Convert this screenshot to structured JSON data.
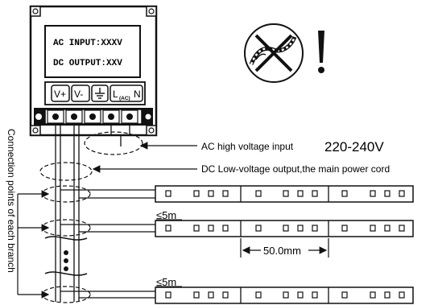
{
  "psu": {
    "ac_label": "AC INPUT:XXXV",
    "dc_label": "DC OUTPUT:XXV",
    "terminals": [
      "V+",
      "V-",
      "⏚",
      "L(AC)N"
    ],
    "terminal_main": {
      "l": "L",
      "ac": "(AC)",
      "n": "N"
    }
  },
  "annotations": {
    "ac_input": "AC high voltage input",
    "ac_voltage": "220-240V",
    "dc_output": "DC Low-voltage output,the main power cord",
    "side_label": "Connection points of each branch",
    "distance_1": "≤5m",
    "distance_2": "≤5m",
    "segment_length": "50.0mm"
  },
  "icons": {
    "warning": "no-bend-warning-icon",
    "exclamation": "exclamation-icon"
  }
}
